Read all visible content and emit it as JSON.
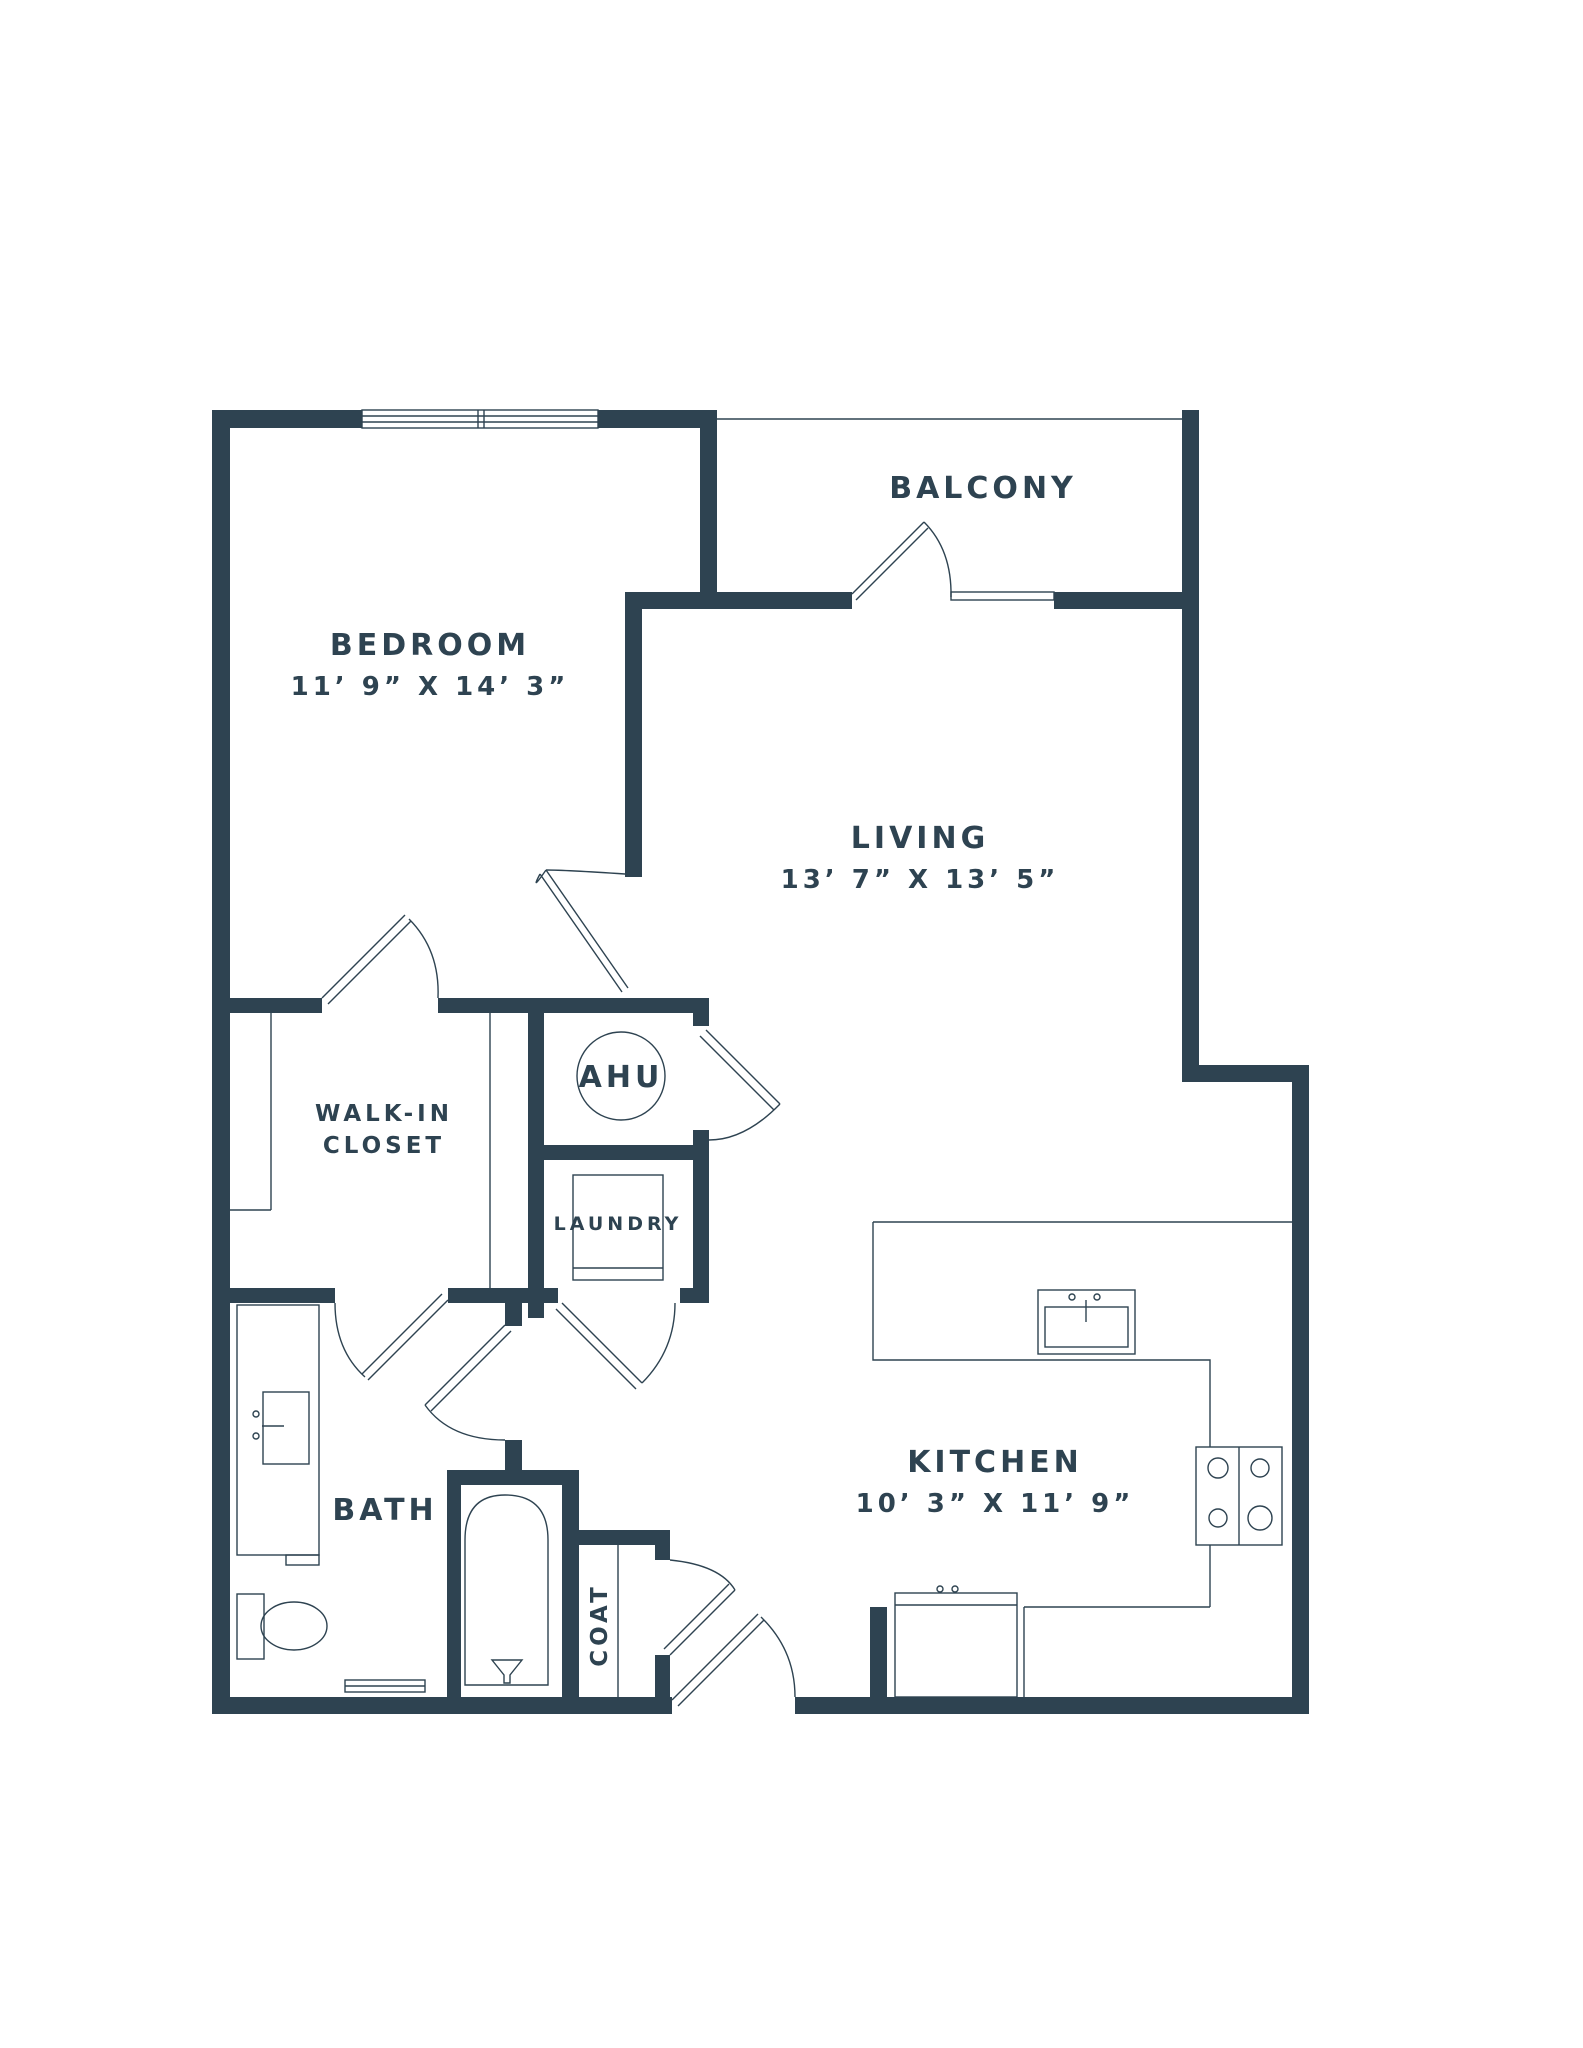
{
  "palette": {
    "wall": "#2e4351",
    "background": "#ffffff"
  },
  "rooms": {
    "bedroom": {
      "name": "BEDROOM",
      "dims": "11’ 9” X 14’ 3”"
    },
    "balcony": {
      "name": "BALCONY"
    },
    "living": {
      "name": "LIVING",
      "dims": "13’ 7” X 13’ 5”"
    },
    "ahu": {
      "name": "AHU"
    },
    "walkin": {
      "line1": "WALK-IN",
      "line2": "CLOSET"
    },
    "laundry": {
      "name": "LAUNDRY"
    },
    "kitchen": {
      "name": "KITCHEN",
      "dims": "10’ 3” X 11’ 9”"
    },
    "bath": {
      "name": "BATH"
    },
    "coat": {
      "name": "COAT"
    }
  }
}
